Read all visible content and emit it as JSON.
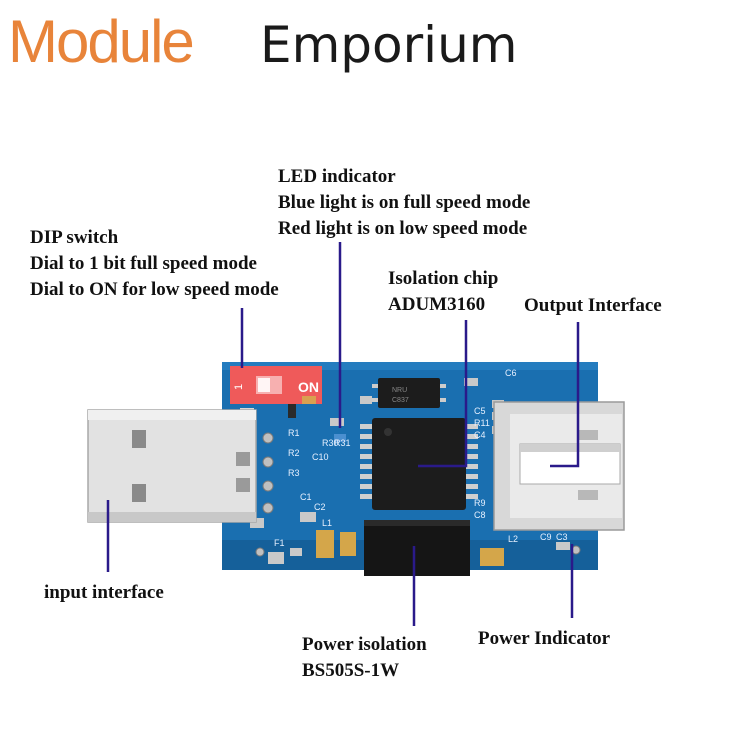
{
  "brand": {
    "part1": "Module",
    "part2": "Emporium",
    "colors": {
      "module": "#e8843a",
      "emporium": "#1a1a1a"
    }
  },
  "labels": {
    "led": {
      "line1": "LED indicator",
      "line2": "Blue light is on full speed mode",
      "line3": "Red light is on low speed mode"
    },
    "dip": {
      "line1": "DIP switch",
      "line2": "Dial to 1 bit full speed mode",
      "line3": "Dial to ON for low speed mode"
    },
    "chip": {
      "line1": "Isolation chip",
      "line2": "ADUM3160"
    },
    "output": {
      "line1": "Output Interface"
    },
    "input": {
      "line1": "input interface"
    },
    "power_isolation": {
      "line1": "Power isolation",
      "line2": "BS505S-1W"
    },
    "power_indicator": {
      "line1": "Power Indicator"
    }
  },
  "board": {
    "colors": {
      "pcb": "#1a6fb0",
      "leader": "#2a1a8a",
      "dip": "#ef5a5a"
    },
    "silkscreen": {
      "dip_on": "ON",
      "dip_1": "1",
      "chip_top": "NRU",
      "chip_top2": "C837",
      "c6": "C6",
      "c5": "C5",
      "r11": "R11",
      "c4": "C4",
      "r1": "R1",
      "r2": "R2",
      "r3": "R3",
      "c10": "C10",
      "r30": "R30",
      "r31": "R31",
      "c1": "C1",
      "c2": "C2",
      "f1": "F1",
      "l1": "L1",
      "l2": "L2",
      "r9": "R9",
      "c8": "C8",
      "c9": "C9",
      "c3": "C3"
    }
  }
}
